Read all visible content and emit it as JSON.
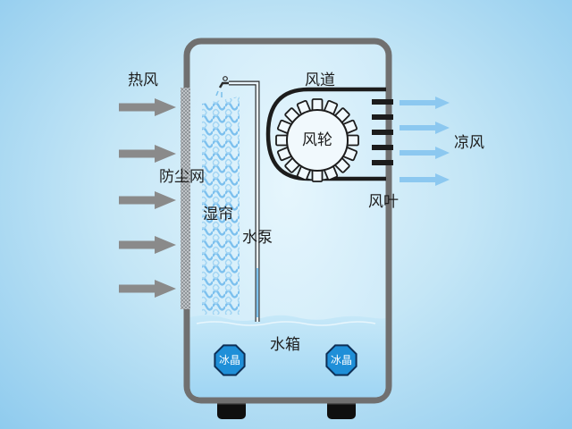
{
  "labels": {
    "hot_air": "热风",
    "dust_filter": "防尘网",
    "wet_curtain": "湿帘",
    "water_pump": "水泵",
    "air_duct": "风道",
    "fan_wheel": "风轮",
    "cool_air": "凉风",
    "fan_blade": "风叶",
    "water_tank": "水箱",
    "ice_crystal_left": "冰晶",
    "ice_crystal_right": "冰晶"
  },
  "colors": {
    "housing": "#707070",
    "hot_arrow": "#8a8a8a",
    "cool_arrow": "#8cc8f0",
    "water": "#aedcf6",
    "ice_badge": "#1f8fd8",
    "pipe": "#8bc6ea"
  },
  "icons": {
    "hot_air_arrow": "arrow-right",
    "cool_air_arrow": "arrow-right",
    "ice_badge": "octagon"
  }
}
